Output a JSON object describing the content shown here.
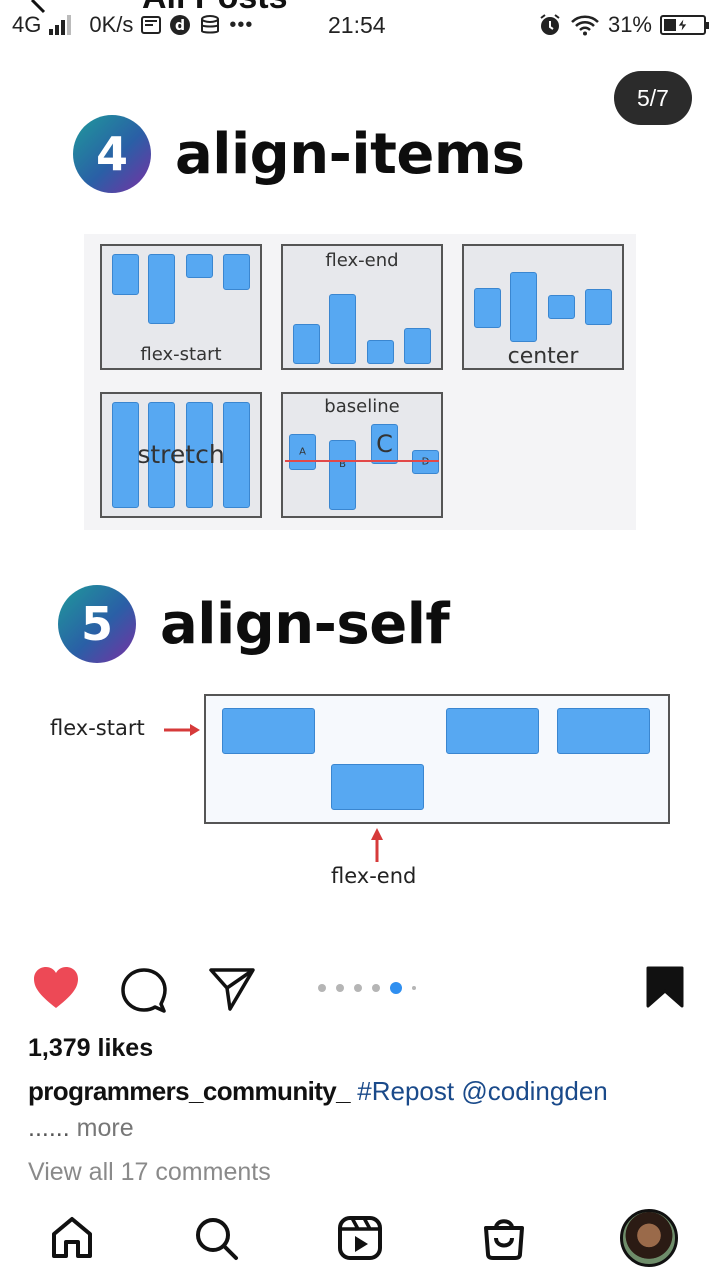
{
  "status_bar": {
    "network": "4G",
    "speed": "0K/s",
    "time": "21:54",
    "battery": "31%",
    "battery_level": 0.31,
    "icons": [
      "signal-icon",
      "message-icon",
      "d-app-icon",
      "data-icon",
      "more-dots-icon",
      "alarm-icon",
      "wifi-icon",
      "battery-icon"
    ]
  },
  "header": {
    "title": "All Posts"
  },
  "post": {
    "page_indicator": "5/7",
    "sections": {
      "align_items": {
        "number": "4",
        "title": "align-items",
        "diagrams": {
          "flex_start": "flex-start",
          "flex_end": "flex-end",
          "center": "center",
          "stretch": "stretch",
          "baseline": "baseline",
          "baseline_letters": [
            "A",
            "B",
            "C",
            "D"
          ]
        }
      },
      "align_self": {
        "number": "5",
        "title": "align-self",
        "label_start": "flex-start",
        "label_end": "flex-end"
      }
    }
  },
  "actions": {
    "icons": [
      "heart-icon",
      "comment-icon",
      "share-icon",
      "bookmark-icon"
    ],
    "liked": true,
    "carousel_dots": 6,
    "carousel_active_index": 4
  },
  "likes": "1,379 likes",
  "caption": {
    "username": "programmers_community_",
    "hashtag": "#Repost",
    "mention": "@codingden",
    "ellipsis": "......",
    "more": "more"
  },
  "comments_link": "View all 17 comments",
  "bottom_nav": {
    "items": [
      "home-icon",
      "search-icon",
      "reels-icon",
      "shop-icon",
      "profile-avatar"
    ]
  },
  "colors": {
    "like_red": "#ed4956",
    "active_dot": "#2f8ff0",
    "block_blue": "#57a8f2",
    "tag_blue": "#1a4a8a"
  }
}
